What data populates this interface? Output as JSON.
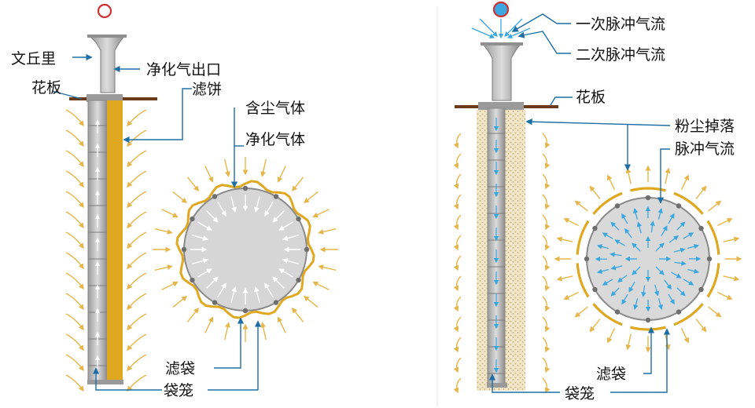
{
  "left_panel": {
    "labels": {
      "venturi": "文丘里",
      "tube_sheet": "花板",
      "clean_outlet": "净化气出口",
      "filter_cake": "滤饼",
      "dusty_gas": "含尘气体",
      "clean_gas": "净化气体",
      "filter_bag": "滤袋",
      "bag_cage": "袋笼"
    }
  },
  "right_panel": {
    "labels": {
      "primary_pulse": "一次脉冲气流",
      "secondary_pulse": "二次脉冲气流",
      "tube_sheet": "花板",
      "dust_falling": "粉尘掉落",
      "pulse_flow": "脉冲气流",
      "filter_bag": "滤袋",
      "bag_cage": "袋笼"
    }
  },
  "colors": {
    "dust_arrow": "#e7b64a",
    "filter_bag": "#e0a820",
    "pulse_blue": "#3ba7e0",
    "leader_line": "#1d6fa6",
    "tube_sheet": "#6b3a1a",
    "cage_grey": "#c8c8c8",
    "nozzle_red": "#d03030"
  }
}
